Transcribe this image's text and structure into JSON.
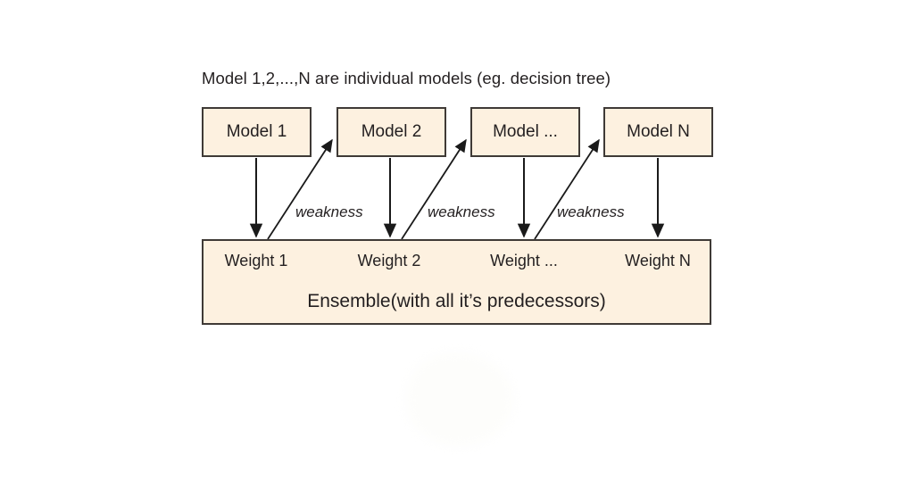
{
  "diagram": {
    "caption": "Model 1,2,...,N are individual models (eg. decision tree)",
    "models": [
      {
        "label": "Model 1"
      },
      {
        "label": "Model 2"
      },
      {
        "label": "Model ..."
      },
      {
        "label": "Model N"
      }
    ],
    "weights": [
      {
        "label": "Weight 1"
      },
      {
        "label": "Weight 2"
      },
      {
        "label": "Weight ..."
      },
      {
        "label": "Weight N"
      }
    ],
    "ensemble": {
      "title": "Ensemble(with all it’s predecessors)"
    },
    "edge_labels": [
      {
        "label": "weakness"
      },
      {
        "label": "weakness"
      },
      {
        "label": "weakness"
      }
    ],
    "colors": {
      "box_fill": "#fdf1e0",
      "box_stroke": "#3f3a36",
      "arrow": "#1a1a1a",
      "text": "#231f20",
      "background": "#ffffff"
    }
  }
}
